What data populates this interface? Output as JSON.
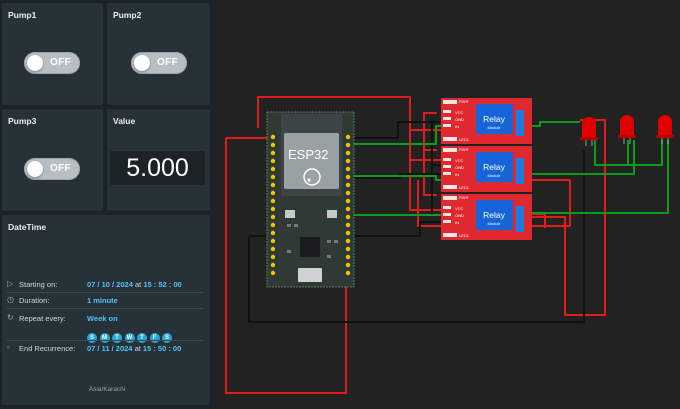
{
  "dashboard": {
    "pump1": {
      "title": "Pump1",
      "state": "OFF"
    },
    "pump2": {
      "title": "Pump2",
      "state": "OFF"
    },
    "pump3": {
      "title": "Pump3",
      "state": "OFF"
    },
    "value": {
      "title": "Value",
      "reading": "5.000"
    },
    "datetime": {
      "title": "DateTime",
      "starting_on": {
        "label": "Starting on:",
        "date": "07 / 10 / 2024",
        "at": "at",
        "time": "15 : 52 : 00"
      },
      "duration": {
        "label": "Duration:",
        "value": "1 minute"
      },
      "repeat": {
        "label": "Repeat every:",
        "value": "Week on",
        "days": [
          "S",
          "M",
          "T",
          "W",
          "T",
          "F",
          "S"
        ]
      },
      "end": {
        "label": "End Recurrence:",
        "date": "07 / 11 / 2024",
        "at": "at",
        "time": "15 : 50 : 00"
      },
      "timezone": "Asia/Karachi"
    }
  },
  "circuit": {
    "board_label": "ESP32",
    "relays": [
      {
        "name": "Relay",
        "sub": "Module",
        "pin_pwr": "PWR",
        "pin_vcc": "VCC",
        "pin_gnd": "GND",
        "pin_in": "IN",
        "pin_led": "LED1"
      },
      {
        "name": "Relay",
        "sub": "Module",
        "pin_pwr": "PWR",
        "pin_vcc": "VCC",
        "pin_gnd": "GND",
        "pin_in": "IN",
        "pin_led": "LED1"
      },
      {
        "name": "Relay",
        "sub": "Module",
        "pin_pwr": "PWR",
        "pin_vcc": "VCC",
        "pin_gnd": "GND",
        "pin_in": "IN",
        "pin_led": "LED1"
      }
    ],
    "colors": {
      "wire_red": "#e01c1c",
      "wire_green": "#0f9a1b",
      "wire_black": "#111111",
      "relay_board": "#e0282f",
      "relay_block": "#1565d8",
      "led": "#e00000"
    }
  }
}
